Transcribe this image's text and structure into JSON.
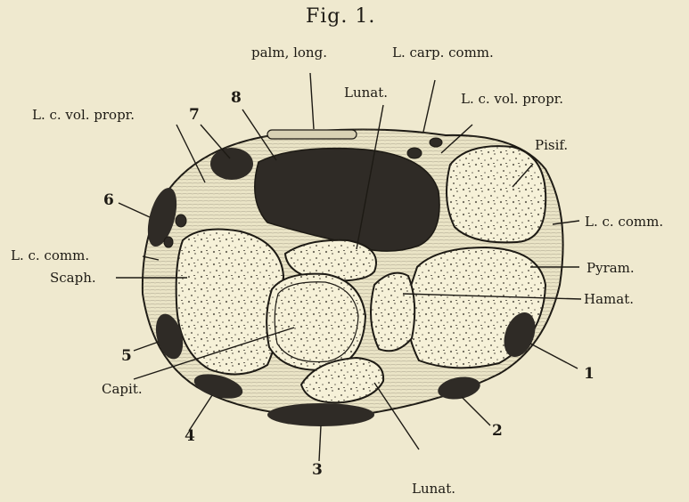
{
  "figure": {
    "title": "Fig. 1.",
    "labels": {
      "palm_long": "palm, long.",
      "l_carp_comm": "L. carp. comm.",
      "lunat_top": "Lunat.",
      "l_c_vol_propr_right": "L. c. vol. propr.",
      "l_c_vol_propr_left": "L. c. vol. propr.",
      "pisif": "Pisif.",
      "l_c_comm_right": "L. c. comm.",
      "l_c_comm_left": "L. c. comm.",
      "pyram": "Pyram.",
      "hamat": "Hamat.",
      "scaph": "Scaph.",
      "capit": "Capit.",
      "lunat_bottom": "Lunat."
    },
    "numbers": {
      "n1": "1",
      "n2": "2",
      "n3": "3",
      "n4": "4",
      "n5": "5",
      "n6": "6",
      "n7": "7",
      "n8": "8"
    }
  },
  "colors": {
    "paper": "#efe9cf",
    "ink": "#1d1a14",
    "bone": "#f6f1d8",
    "tendon": "#2f2b26"
  }
}
